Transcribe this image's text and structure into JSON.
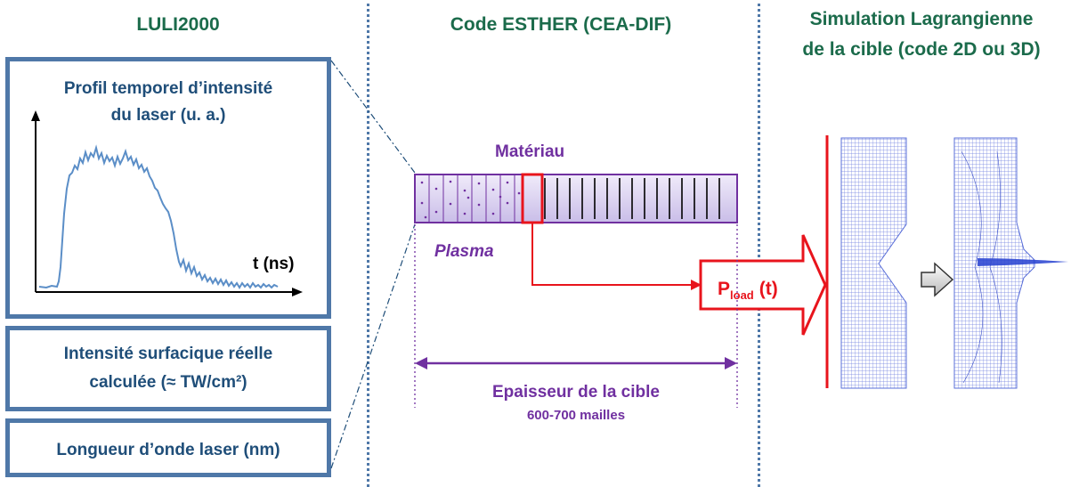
{
  "columns": {
    "left_title": "LULI2000",
    "middle_title": "Code ESTHER (CEA-DIF)",
    "right_title_line1": "Simulation Lagrangienne",
    "right_title_line2": "de la cible (code 2D ou 3D)"
  },
  "left_panel": {
    "profile_box": {
      "title_line1": "Profil temporel d’intensité",
      "title_line2": "du laser (u. a.)",
      "axis_label": "t (ns)"
    },
    "intensity_box": {
      "line1": "Intensité surfacique réelle",
      "line2": "calculée (≈ TW/cm²)"
    },
    "wavelength_box": {
      "label": "Longueur d’onde laser (nm)"
    }
  },
  "middle_panel": {
    "material_label": "Matériau",
    "plasma_label": "Plasma",
    "thickness_label": "Epaisseur de la cible",
    "mesh_label": "600-700 mailles",
    "pload_main": "P",
    "pload_sub": "load",
    "pload_arg": "(t)"
  },
  "colors": {
    "green_title": "#1b6b4b",
    "blue_text": "#1f4e79",
    "box_border": "#4f78a8",
    "purple": "#7030a0",
    "red": "#e8141c",
    "mesh_blue": "#5a6fd8"
  }
}
